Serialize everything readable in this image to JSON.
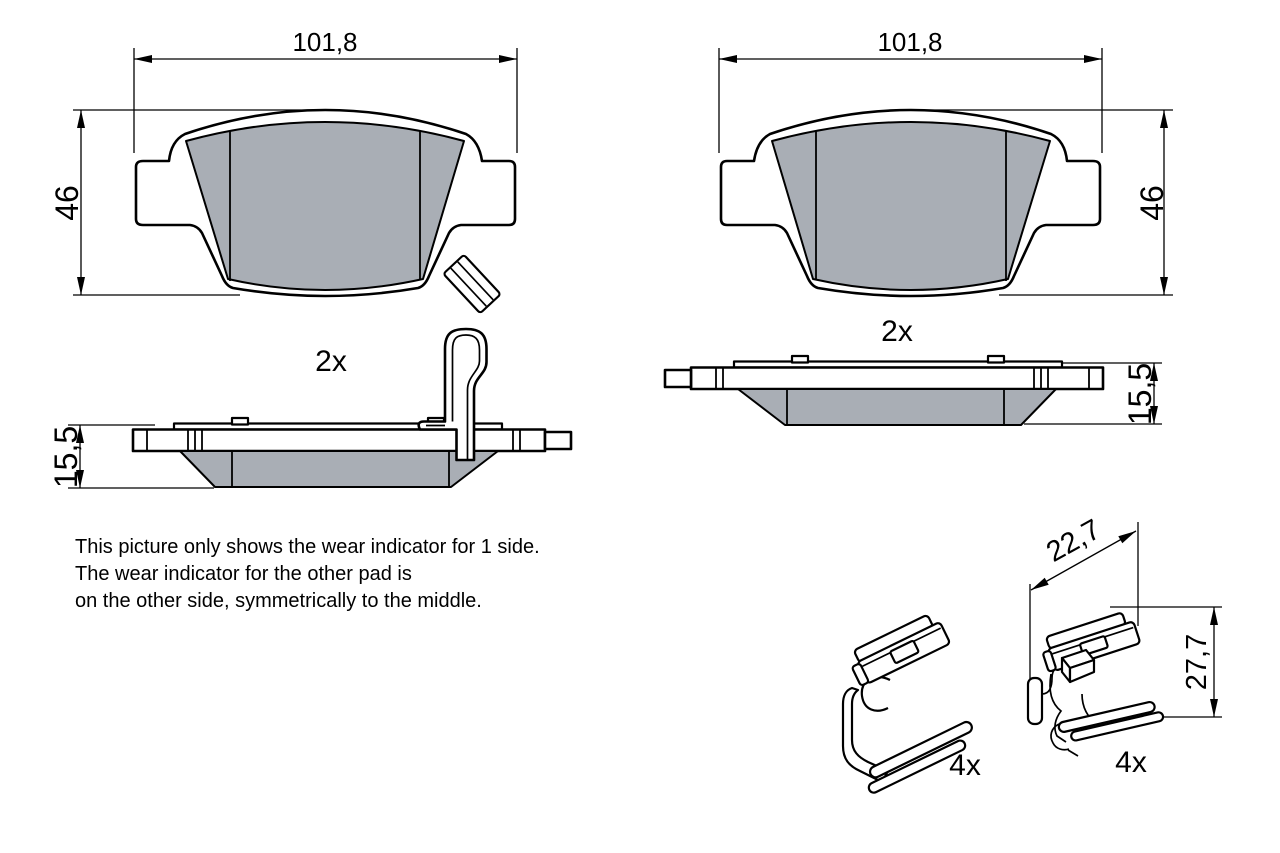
{
  "colors": {
    "line": "#000000",
    "friction": "#a9aeb5",
    "background": "#ffffff"
  },
  "views": {
    "front_left": {
      "width": "101,8",
      "height": "46"
    },
    "front_right": {
      "width": "101,8",
      "height": "46"
    },
    "side_left": {
      "quantity": "2x",
      "thickness": "15,5"
    },
    "side_right": {
      "quantity": "2x",
      "thickness": "15,5"
    },
    "clip_left": {
      "quantity": "4x"
    },
    "clip_right": {
      "quantity": "4x",
      "width": "22,7",
      "height": "27,7"
    }
  },
  "note": {
    "line1": "This picture only shows the wear indicator for 1 side.",
    "line2": "The wear indicator for the other pad is",
    "line3": "on the other side, symmetrically to the middle."
  }
}
